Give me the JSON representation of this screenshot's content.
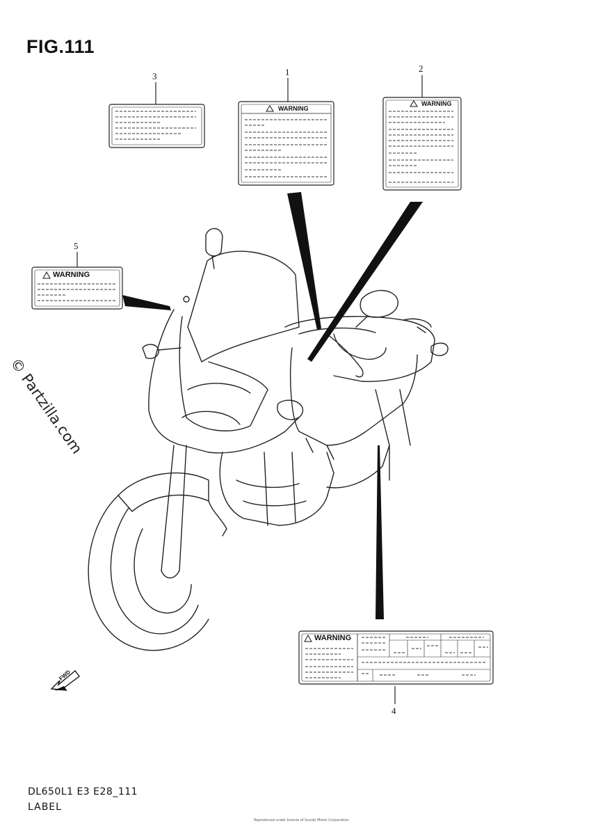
{
  "figure": {
    "title": "FIG.111",
    "model_code": "DL650L1 E3 E28_111",
    "section_name": "LABEL",
    "watermark": "© Partzilla.com",
    "copyright": "Reproduced under license of Suzuki Motor Corporation"
  },
  "callouts": [
    {
      "number": "1",
      "label_heading": "WARNING"
    },
    {
      "number": "2",
      "label_heading": "WARNING"
    },
    {
      "number": "3",
      "label_heading": ""
    },
    {
      "number": "4",
      "label_heading": "WARNING"
    },
    {
      "number": "5",
      "label_heading": "WARNING"
    }
  ],
  "front_arrow": "FWD",
  "warning_symbol": "warning-triangle-icon"
}
